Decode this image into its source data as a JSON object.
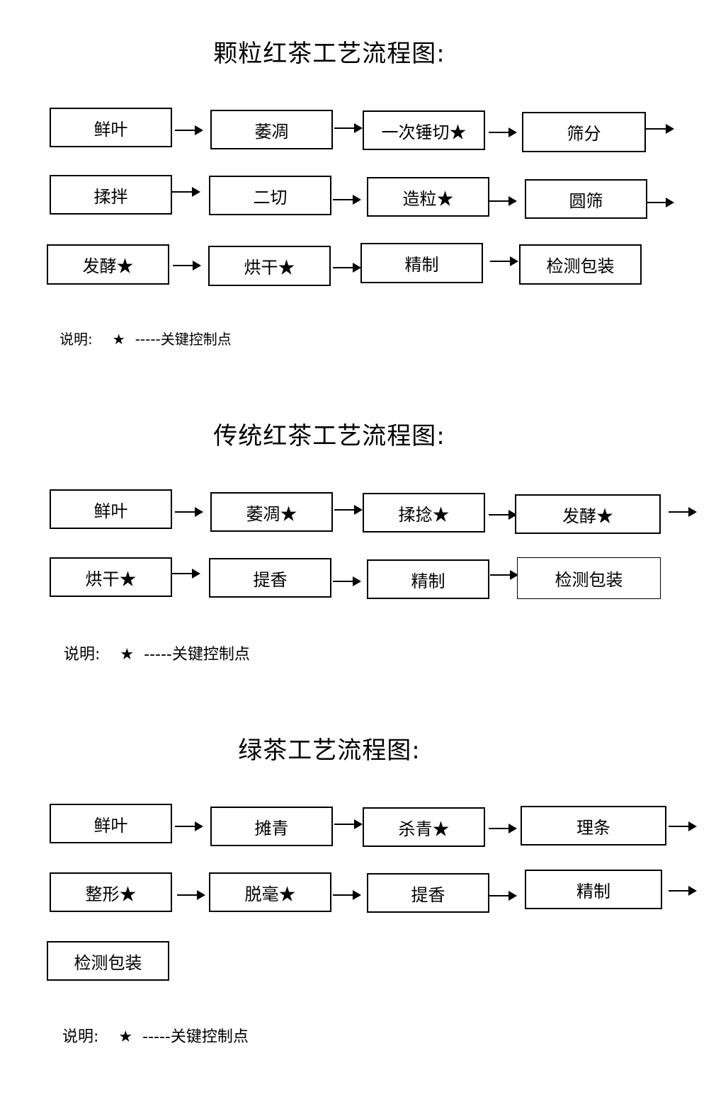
{
  "sections": [
    {
      "title": "颗粒红茶工艺流程图:",
      "steps": [
        "鲜叶",
        "萎凋",
        "一次锤切★",
        "筛分",
        "揉拌",
        "二切",
        "造粒★",
        "圆筛",
        "发酵★",
        "烘干★",
        "精制",
        "检测包装"
      ],
      "legend": {
        "label": "说明:",
        "star": "★",
        "text": "-----关键控制点"
      }
    },
    {
      "title": "传统红茶工艺流程图:",
      "steps": [
        "鲜叶",
        "萎凋★",
        "揉捻★",
        "发酵★",
        "烘干★",
        "提香",
        "精制",
        "检测包装"
      ],
      "legend": {
        "label": "说明:",
        "star": "★",
        "text": "-----关键控制点"
      }
    },
    {
      "title": "绿茶工艺流程图:",
      "steps": [
        "鲜叶",
        "摊青",
        "杀青★",
        "理条",
        "整形★",
        "脱毫★",
        "提香",
        "精制",
        "检测包装"
      ],
      "legend": {
        "label": "说明:",
        "star": "★",
        "text": "-----关键控制点"
      }
    }
  ]
}
